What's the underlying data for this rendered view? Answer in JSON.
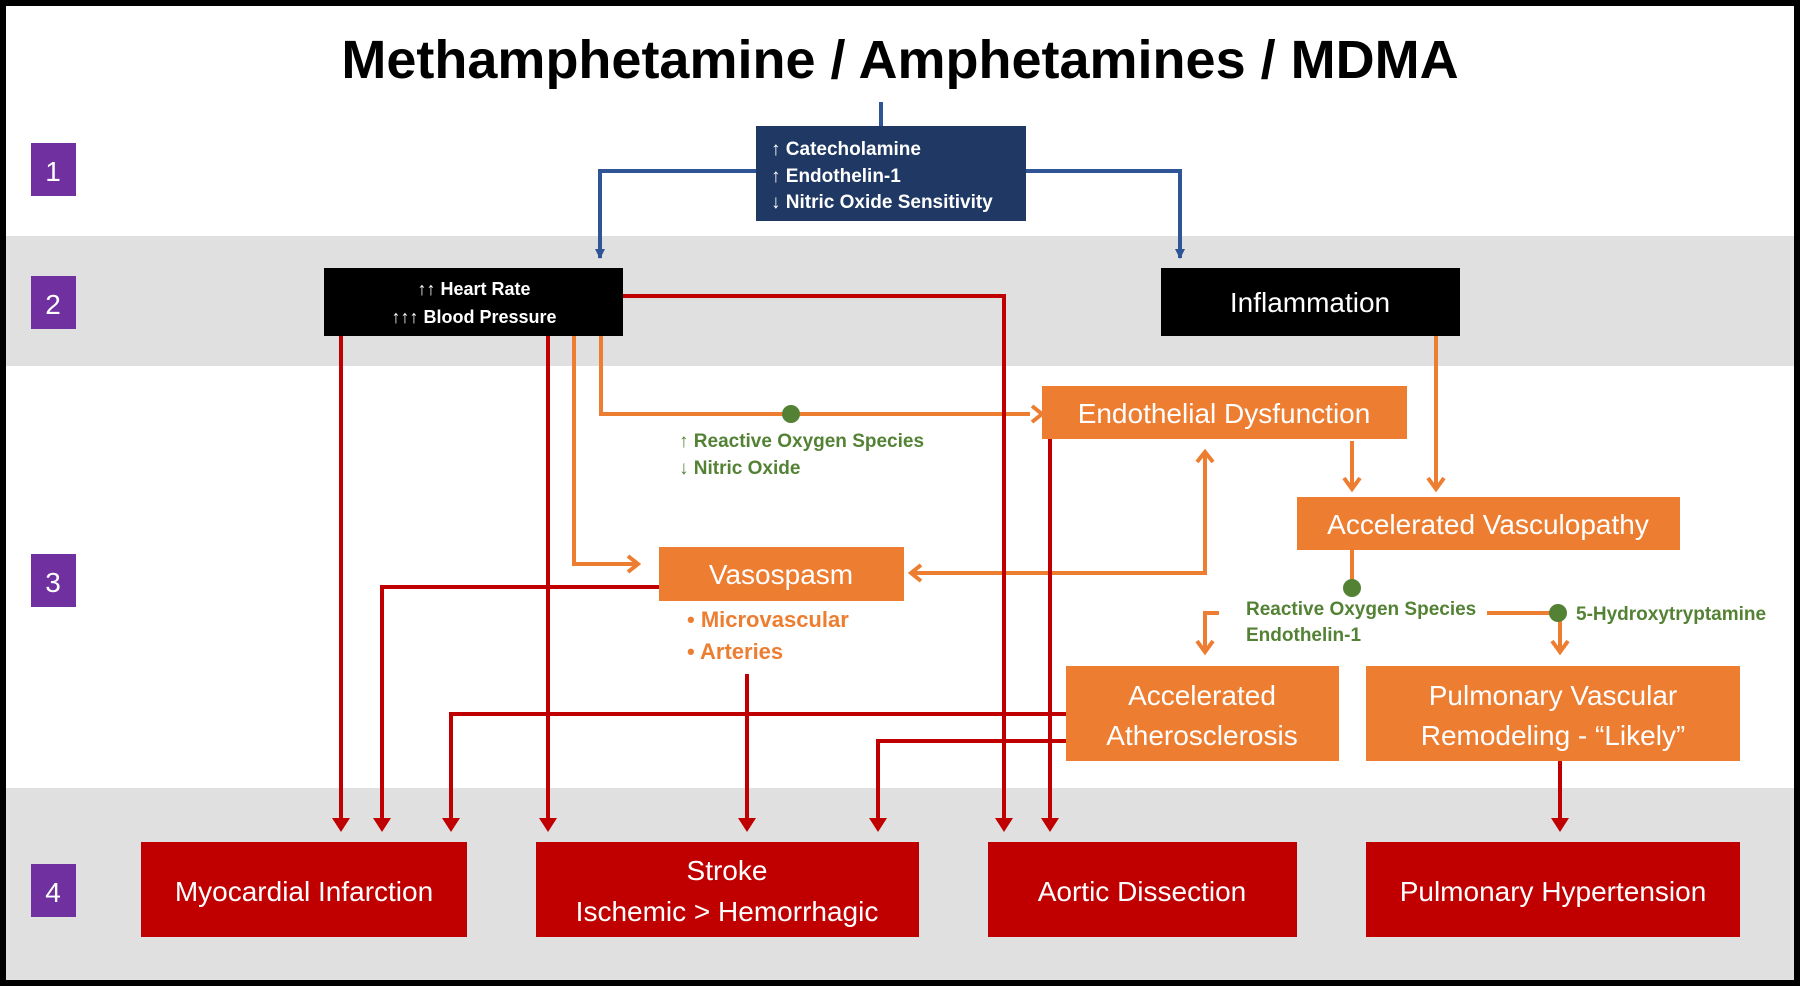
{
  "title": "Methamphetamine / Amphetamines / MDMA",
  "colors": {
    "navy": "#1F3864",
    "black": "#000000",
    "orange": "#ED7D31",
    "red": "#C00000",
    "blue_line": "#2F5597",
    "green": "#548235",
    "purple": "#7030A0",
    "band_gray": "#E0E0E0"
  },
  "levels": [
    "1",
    "2",
    "3",
    "4"
  ],
  "boxes": {
    "catecholamine": {
      "lines": [
        "↑ Catecholamine",
        "↑ Endothelin-1",
        "↓ Nitric Oxide Sensitivity"
      ]
    },
    "heart_bp": {
      "lines": [
        "↑↑ Heart Rate",
        "↑↑↑ Blood Pressure"
      ]
    },
    "inflammation": {
      "lines": [
        "Inflammation"
      ]
    },
    "endothelial": {
      "lines": [
        "Endothelial Dysfunction"
      ]
    },
    "vasculopathy": {
      "lines": [
        "Accelerated Vasculopathy"
      ]
    },
    "vasospasm": {
      "lines": [
        "Vasospasm"
      ]
    },
    "atherosclerosis": {
      "lines": [
        "Accelerated",
        "Atherosclerosis"
      ]
    },
    "pulm_remodeling": {
      "lines": [
        "Pulmonary Vascular",
        "Remodeling - “Likely”"
      ]
    },
    "mi": {
      "lines": [
        "Myocardial Infarction"
      ]
    },
    "stroke": {
      "lines": [
        "Stroke",
        "Ischemic > Hemorrhagic"
      ]
    },
    "aortic": {
      "lines": [
        "Aortic Dissection"
      ]
    },
    "pulm_htn": {
      "lines": [
        "Pulmonary Hypertension"
      ]
    }
  },
  "notes": {
    "ros_no": [
      "↑ Reactive Oxygen Species",
      "↓ Nitric Oxide"
    ],
    "vasospasm_sites": [
      "• Microvascular",
      "• Arteries"
    ],
    "ros_et1": [
      "Reactive Oxygen Species",
      "Endothelin-1"
    ],
    "serotonin": "5-Hydroxytryptamine"
  }
}
